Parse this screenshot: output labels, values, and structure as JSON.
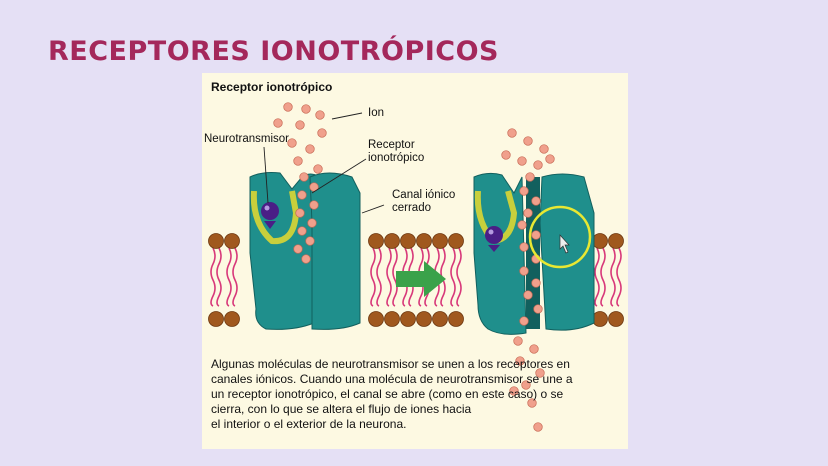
{
  "slide": {
    "title": "RECEPTORES IONOTRÓPICOS"
  },
  "figure": {
    "heading": "Receptor ionotrópico",
    "labels": {
      "ion": "Ion",
      "neurotransmitter": "Neurotransmisor",
      "receptor": "Receptor\nionotrópico",
      "channel": "Canal iónico\ncerrado"
    },
    "caption": "Algunas moléculas de neurotransmisor se unen a los receptores en\ncanales iónicos. Cuando una molécula de neurotransmisor se une a\nun receptor ionotrópico, el canal se abre (como en este caso) o se\ncierra, con lo que se altera el flujo de iones hacia\nel interior o el exterior de la neurona.",
    "colors": {
      "channel": "#1f8f8c",
      "channel_dark": "#12605e",
      "lipid_head": "#a0581e",
      "lipid_tail": "#d8387a",
      "ion": "#f0a08c",
      "neurotransmitter": "#4a1e86",
      "binding_site": "#c8cf3c",
      "arrow": "#3aa24a",
      "highlight_circle": "#e8e832"
    }
  }
}
